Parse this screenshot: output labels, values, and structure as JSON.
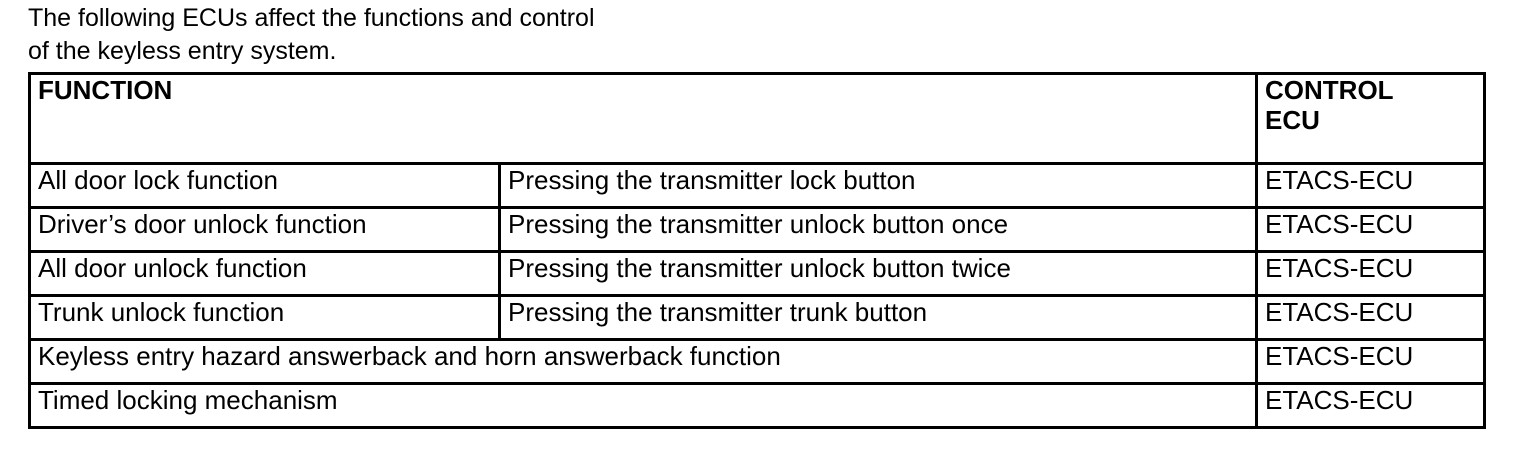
{
  "intro": {
    "line1": "The following ECUs affect the functions and control",
    "line2": "of the keyless entry system."
  },
  "table": {
    "headers": {
      "function": "FUNCTION",
      "control_ecu_line1": "CONTROL",
      "control_ecu_line2": "ECU"
    },
    "rows": [
      {
        "function": "All door lock function",
        "condition": "Pressing the transmitter lock button",
        "ecu": "ETACS-ECU",
        "span": false
      },
      {
        "function": "Driver’s door unlock function",
        "condition": "Pressing the transmitter unlock button once",
        "ecu": "ETACS-ECU",
        "span": false
      },
      {
        "function": "All door unlock function",
        "condition": "Pressing the transmitter unlock button twice",
        "ecu": "ETACS-ECU",
        "span": false
      },
      {
        "function": "Trunk unlock function",
        "condition": "Pressing the transmitter trunk button",
        "ecu": "ETACS-ECU",
        "span": false
      },
      {
        "function": "Keyless entry hazard answerback and horn answerback function",
        "condition": "",
        "ecu": "ETACS-ECU",
        "span": true
      },
      {
        "function": "Timed locking mechanism",
        "condition": "",
        "ecu": "ETACS-ECU",
        "span": true
      }
    ]
  },
  "colors": {
    "text": "#000000",
    "background": "#ffffff",
    "border": "#000000"
  }
}
